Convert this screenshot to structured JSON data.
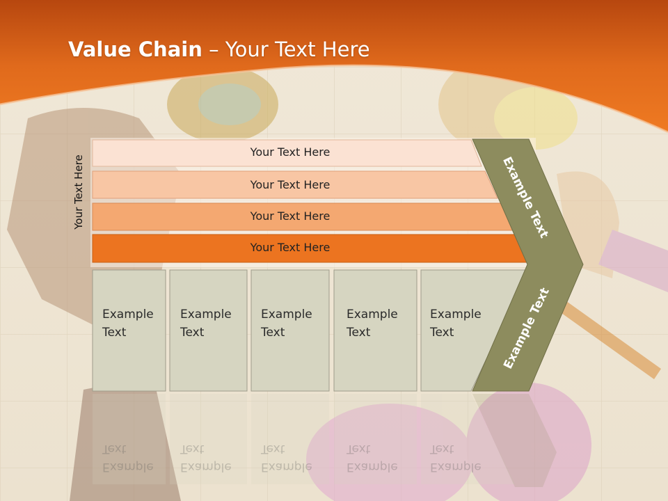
{
  "slide": {
    "title_bold": "Value Chain",
    "title_rest": " – Your Text Here",
    "side_label": "Your Text Here"
  },
  "bands": [
    {
      "label": "Your Text Here",
      "color": "#fbe2d3"
    },
    {
      "label": "Your Text Here",
      "color": "#f8c6a4"
    },
    {
      "label": "Your Text Here",
      "color": "#f4a871"
    },
    {
      "label": "Your Text Here",
      "color": "#ec7420"
    }
  ],
  "boxes": [
    {
      "line1": "Example",
      "line2": "Text"
    },
    {
      "line1": "Example",
      "line2": "Text"
    },
    {
      "line1": "Example",
      "line2": "Text"
    },
    {
      "line1": "Example",
      "line2": "Text"
    },
    {
      "line1": "Example",
      "line2": "Text"
    }
  ],
  "chevron": {
    "upper_label": "Example Text",
    "lower_label": "Example Text",
    "color": "#8d8c5e"
  },
  "colors": {
    "header_orange": "#e8701e",
    "box_fill": "#d6d5c1",
    "box_border": "#9e9c8a"
  }
}
